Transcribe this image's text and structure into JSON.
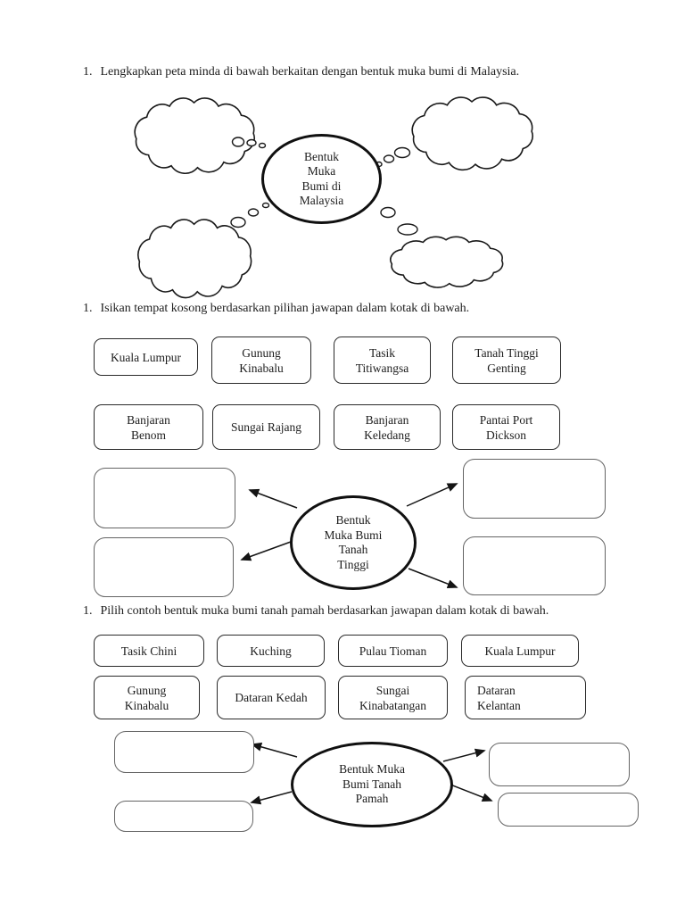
{
  "colors": {
    "page_bg": "#ffffff",
    "ink": "#1d1d1d",
    "word_box_border": "#2a2a2a",
    "blank_box_border": "#646464",
    "center_node_border": "#101010"
  },
  "sections": [
    {
      "heading": {
        "number": "1.",
        "text": "Lengkapkan peta minda di bawah berkaitan dengan bentuk muka bumi di Malaysia."
      },
      "mindmap": {
        "center_label": "Bentuk\nMuka\nBumi di\nMalaysia",
        "branch_style": "thought-cloud",
        "branch_values": [
          "",
          "",
          "",
          ""
        ]
      }
    },
    {
      "heading": {
        "number": "1.",
        "text": "Isikan tempat kosong berdasarkan pilihan jawapan dalam kotak di bawah."
      },
      "word_bank": {
        "row1": [
          "Kuala Lumpur",
          "Gunung\nKinabalu",
          "Tasik\nTitiwangsa",
          "Tanah Tinggi\nGenting"
        ],
        "row2": [
          "Banjaran\nBenom",
          "Sungai Rajang",
          "Banjaran\nKeledang",
          "Pantai Port\nDickson"
        ]
      },
      "mindmap": {
        "center_label": "Bentuk\nMuka Bumi\nTanah\nTinggi",
        "branch_style": "rounded-box",
        "branch_values": [
          "",
          "",
          "",
          ""
        ]
      }
    },
    {
      "heading": {
        "number": "1.",
        "text": "Pilih contoh bentuk muka bumi tanah pamah berdasarkan jawapan dalam kotak di bawah."
      },
      "word_bank": {
        "row1": [
          "Tasik Chini",
          "Kuching",
          "Pulau Tioman",
          "Kuala Lumpur"
        ],
        "row2": [
          "Gunung\nKinabalu",
          "Dataran Kedah",
          "Sungai\nKinabatangan",
          "Dataran\nKelantan"
        ]
      },
      "mindmap": {
        "center_label": "Bentuk Muka\nBumi Tanah\nPamah",
        "branch_style": "rounded-box",
        "branch_values": [
          "",
          "",
          "",
          ""
        ]
      }
    }
  ]
}
